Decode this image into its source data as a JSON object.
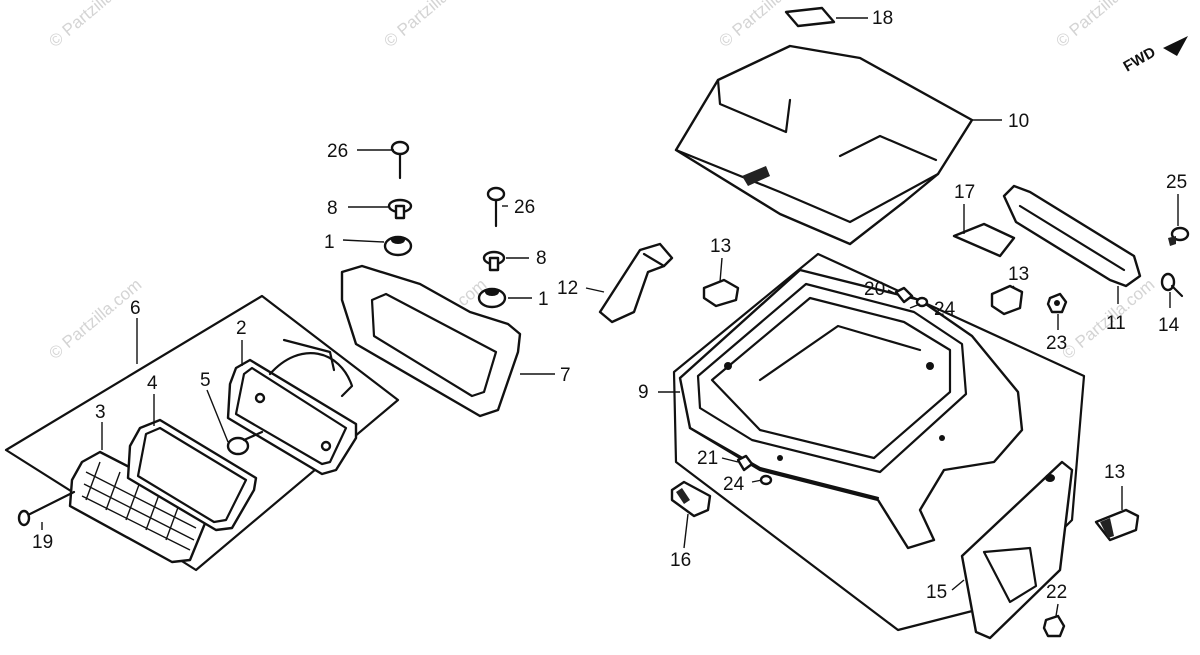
{
  "watermark": "© Partzilla.com",
  "fwd_label": "FWD",
  "callouts": {
    "c1a": "1",
    "c1b": "1",
    "c2": "2",
    "c3": "3",
    "c4": "4",
    "c5": "5",
    "c6": "6",
    "c7": "7",
    "c8a": "8",
    "c8b": "8",
    "c9": "9",
    "c10": "10",
    "c11": "11",
    "c12": "12",
    "c13a": "13",
    "c13b": "13",
    "c13c": "13",
    "c14": "14",
    "c15": "15",
    "c16": "16",
    "c17": "17",
    "c18": "18",
    "c19": "19",
    "c20": "20",
    "c21": "21",
    "c22": "22",
    "c23": "23",
    "c24a": "24",
    "c24b": "24",
    "c25": "25",
    "c26a": "26",
    "c26b": "26"
  }
}
